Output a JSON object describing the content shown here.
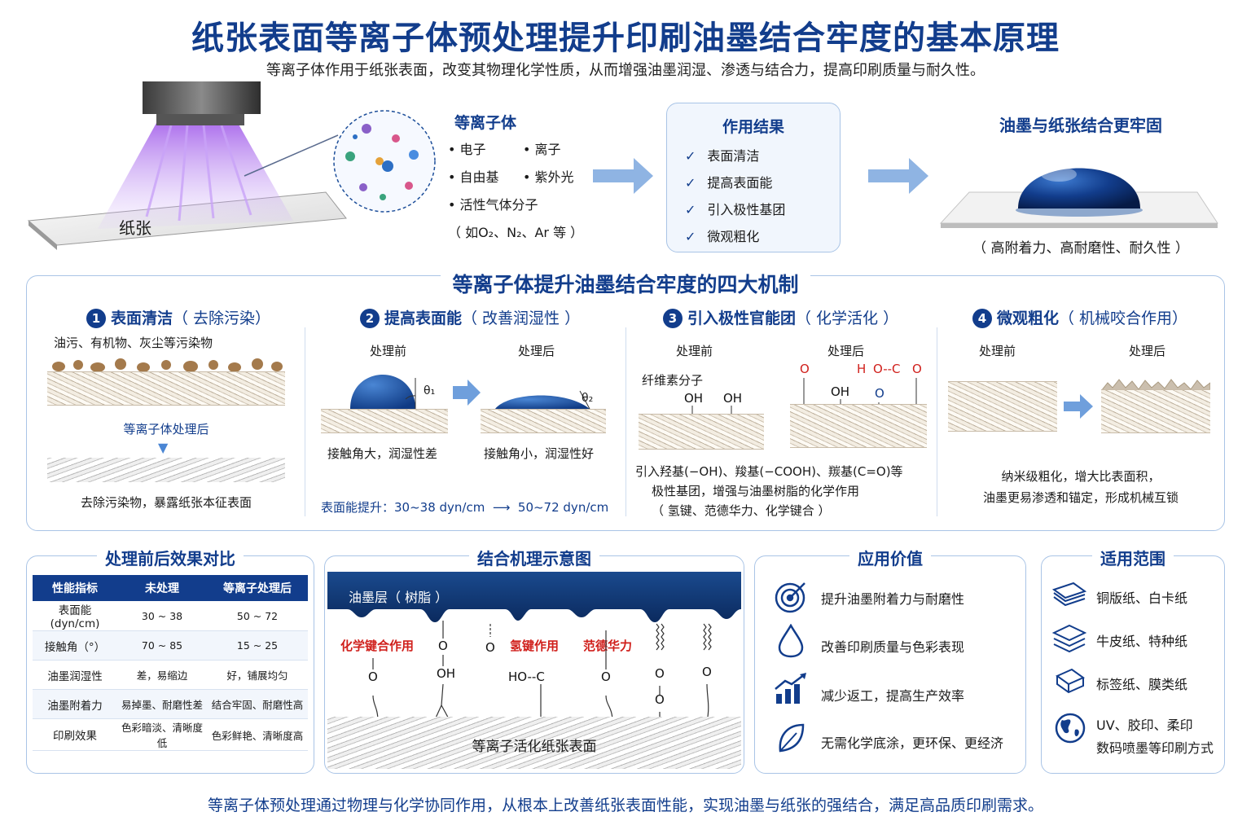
{
  "title": "纸张表面等离子体预处理提升印刷油墨结合牢度的基本原理",
  "subtitle": "等离子体作用于纸张表面，改变其物理化学性质，从而增强油墨润湿、渗透与结合力，提高印刷质量与耐久性。",
  "top": {
    "paper_label": "纸张",
    "plasma_title": "等离子体",
    "plasma_items": [
      "电子",
      "离子",
      "自由基",
      "紫外光",
      "活性气体分子"
    ],
    "plasma_gases": "（ 如O₂、N₂、Ar 等 ）",
    "result_title": "作用结果",
    "result_items": [
      "表面清洁",
      "提高表面能",
      "引入极性基团",
      "微观粗化"
    ],
    "final_title": "油墨与纸张结合更牢固",
    "final_note": "（ 高附着力、高耐磨性、耐久性 ）"
  },
  "mechanisms": {
    "title": "等离子体提升油墨结合牢度的四大机制",
    "m1": {
      "num": "1",
      "title": "表面清洁",
      "sub": "（ 去除污染）",
      "contam": "油污、有机物、灰尘等污染物",
      "after": "等离子体处理后",
      "caption": "去除污染物，暴露纸张本征表面"
    },
    "m2": {
      "num": "2",
      "title": "提高表面能",
      "sub": "（ 改善润湿性 ）",
      "before": "处理前",
      "after": "处理后",
      "theta1": "θ₁",
      "theta2": "θ₂",
      "cap_before": "接触角大，润湿性差",
      "cap_after": "接触角小，润湿性好",
      "energy": "表面能提升：30~38 dyn/cm  ⟶  50~72 dyn/cm"
    },
    "m3": {
      "num": "3",
      "title": "引入极性官能团",
      "sub": "（ 化学活化 ）",
      "before": "处理前",
      "after": "处理后",
      "cellulose": "纤维素分子",
      "oh": "OH",
      "o": "O",
      "h": "H",
      "oc": "O--C",
      "caption1": "引入羟基(−OH)、羧基(−COOH)、羰基(C=O)等",
      "caption2": "极性基团，增强与油墨树脂的化学作用",
      "caption3": "（ 氢键、范德华力、化学键合 ）"
    },
    "m4": {
      "num": "4",
      "title": "微观粗化",
      "sub": "（ 机械咬合作用）",
      "before": "处理前",
      "after": "处理后",
      "caption1": "纳米级粗化，增大比表面积，",
      "caption2": "油墨更易渗透和锚定，形成机械互锁"
    }
  },
  "comparison": {
    "title": "处理前后效果对比",
    "headers": [
      "性能指标",
      "未处理",
      "等离子处理后"
    ],
    "rows": [
      [
        "表面能 (dyn/cm)",
        "30 ~ 38",
        "50 ~ 72"
      ],
      [
        "接触角（°）",
        "70 ~ 85",
        "15 ~ 25"
      ],
      [
        "油墨润湿性",
        "差，易缩边",
        "好，铺展均匀"
      ],
      [
        "油墨附着力",
        "易掉墨、耐磨性差",
        "结合牢固、耐磨性高"
      ],
      [
        "印刷效果",
        "色彩暗淡、清晰度低",
        "色彩鲜艳、清晰度高"
      ]
    ]
  },
  "bonding": {
    "title": "结合机理示意图",
    "ink_label": "油墨层（ 树脂 ）",
    "labels": [
      "化学键合作用",
      "氢键作用",
      "范德华力"
    ],
    "o": "O",
    "oh": "OH",
    "hoc": "HO--C",
    "surface_label": "等离子活化纸张表面"
  },
  "value": {
    "title": "应用价值",
    "items": [
      "提升油墨附着力与耐磨性",
      "改善印刷质量与色彩表现",
      "减少返工，提高生产效率",
      "无需化学底涂，更环保、更经济"
    ]
  },
  "scope": {
    "title": "适用范围",
    "items": [
      "铜版纸、白卡纸",
      "牛皮纸、特种纸",
      "标签纸、膜类纸",
      "UV、胶印、柔印",
      "数码喷墨等印刷方式"
    ]
  },
  "footer": "等离子体预处理通过物理与化学协同作用，从根本上改善纸张表面性能，实现油墨与纸张的强结合，满足高品质印刷需求。",
  "colors": {
    "navy": "#123d8c",
    "red": "#d0201c",
    "ink": "#1e4f9a",
    "plasma": "#b07de8"
  }
}
